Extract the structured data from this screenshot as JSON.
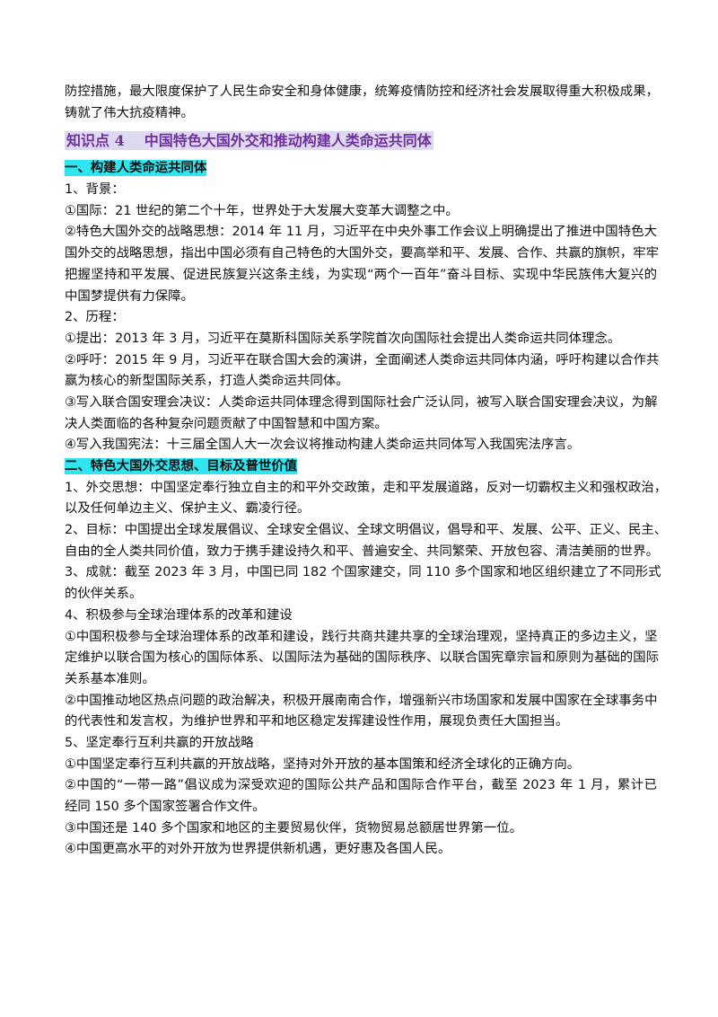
{
  "intro": [
    "防控措施，最大限度保护了人民生命安全和身体健康，统筹疫情防控和经济社会发展取得重大积极成果，",
    "铸就了伟大抗疫精神。"
  ],
  "knowledge_point": {
    "label": "知识点 4",
    "title": "中国特色大国外交和推动构建人类命运共同体"
  },
  "section1": {
    "heading": "一、构建人类命运共同体",
    "background_title": "1、背景：",
    "bg_items": [
      "①国际：21 世纪的第二个十年，世界处于大发展大变革大调整之中。",
      "②特色大国外交的战略思想：2014 年 11 月，习近平在中央外事工作会议上明确提出了推进中国特色大",
      "国外交的战略思想，指出中国必须有自己特色的大国外交，要高举和平、发展、合作、共赢的旗帜，牢牢",
      "把握坚持和平发展、促进民族复兴这条主线，为实现“两个一百年”奋斗目标、实现中华民族伟大复兴的",
      "中国梦提供有力保障。"
    ],
    "history_title": "2、历程：",
    "history_items": [
      "①提出：2013 年 3 月，习近平在莫斯科国际关系学院首次向国际社会提出人类命运共同体理念。",
      "②呼吁：2015 年 9 月，习近平在联合国大会的演讲，全面阐述人类命运共同体内涵，呼吁构建以合作共",
      "赢为核心的新型国际关系，打造人类命运共同体。",
      "③写入联合国安理会决议：人类命运共同体理念得到国际社会广泛认同，被写入联合国安理会决议，为解",
      "决人类面临的各种复杂问题贡献了中国智慧和中国方案。",
      "④写入我国宪法：十三届全国人大一次会议将推动构建人类命运共同体写入我国宪法序言。"
    ]
  },
  "section2": {
    "heading": "二、特色大国外交思想、目标及普世价值",
    "lines": [
      "1、外交思想：中国坚定奉行独立自主的和平外交政策，走和平发展道路，反对一切霸权主义和强权政治，",
      "以及任何单边主义、保护主义、霸凌行径。",
      "2、目标：中国提出全球发展倡议、全球安全倡议、全球文明倡议，倡导和平、发展、公平、正义、民主、",
      "自由的全人类共同价值，致力于携手建设持久和平、普遍安全、共同繁荣、开放包容、清洁美丽的世界。",
      "3、成就：截至 2023 年 3 月，中国已同 182 个国家建交，同 110 多个国家和地区组织建立了不同形式",
      "的伙伴关系。",
      "4、积极参与全球治理体系的改革和建设",
      "①中国积极参与全球治理体系的改革和建设，践行共商共建共享的全球治理观，坚持真正的多边主义，坚",
      "定维护以联合国为核心的国际体系、以国际法为基础的国际秩序、以联合国宪章宗旨和原则为基础的国际",
      "关系基本准则。",
      "②中国推动地区热点问题的政治解决，积极开展南南合作，增强新兴市场国家和发展中国家在全球事务中",
      "的代表性和发言权，为维护世界和平和地区稳定发挥建设性作用，展现负责任大国担当。",
      "5、坚定奉行互利共赢的开放战略",
      "①中国坚定奉行互利共赢的开放战略，坚持对外开放的基本国策和经济全球化的正确方向。",
      "②中国的“一带一路”倡议成为深受欢迎的国际公共产品和国际合作平台，截至 2023 年 1 月，累计已",
      "经同 150 多个国家签署合作文件。",
      "③中国还是 140 多个国家和地区的主要贸易伙伴，货物贸易总额居世界第一位。",
      "④中国更高水平的对外开放为世界提供新机遇，更好惠及各国人民。"
    ]
  }
}
